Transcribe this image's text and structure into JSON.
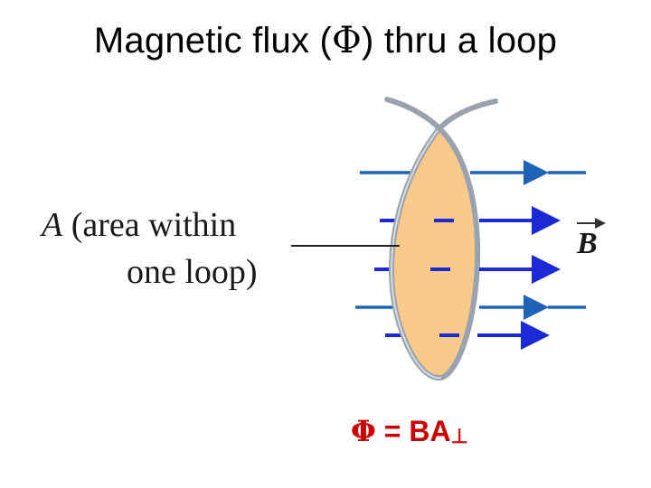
{
  "title": {
    "prefix": "Magnetic flux (",
    "symbol": "Φ",
    "suffix": ") thru a loop"
  },
  "area_label": {
    "variable": "A",
    "line1_rest": " (area within",
    "line2": "one loop)"
  },
  "field_label": {
    "text": "B"
  },
  "equation": {
    "phi": "Φ",
    "body": " = BA",
    "subscript": "⊥"
  },
  "colors": {
    "loop_fill": "#f7c98a",
    "loop_ring": "#9aa3ad",
    "field_dark": "#1a2bd6",
    "field_light": "#1f63b8",
    "equation": "#cc0000"
  }
}
